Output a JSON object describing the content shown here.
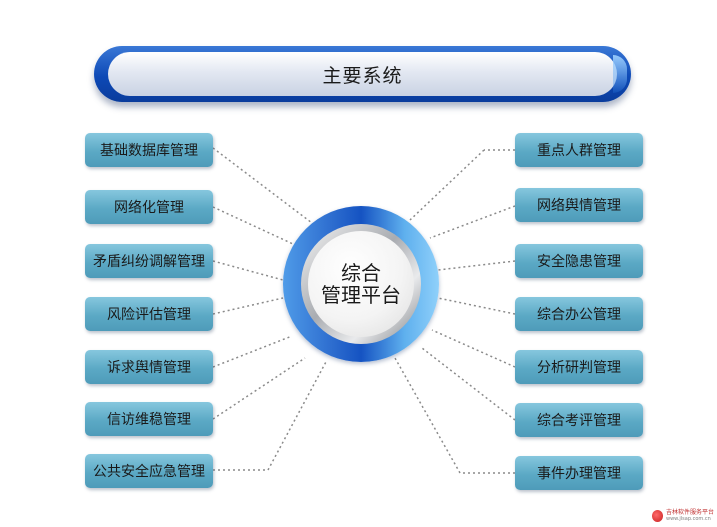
{
  "title": "主要系统",
  "center": {
    "line1": "综合",
    "line2": "管理平台"
  },
  "left_items": [
    "基础数据库管理",
    "网络化管理",
    "矛盾纠纷调解管理",
    "风险评估管理",
    "诉求舆情管理",
    "信访维稳管理",
    "公共安全应急管理"
  ],
  "right_items": [
    "重点人群管理",
    "网络舆情管理",
    "安全隐患管理",
    "综合办公管理",
    "分析研判管理",
    "综合考评管理",
    "事件办理管理"
  ],
  "watermark": {
    "cn": "吉林软件服务平台",
    "en": "www.jlsap.com.cn"
  },
  "colors": {
    "banner": "#0d49b6",
    "box": "#5ba9c5",
    "ring": "#2f6fd0",
    "connector": "#8a8a8a"
  }
}
